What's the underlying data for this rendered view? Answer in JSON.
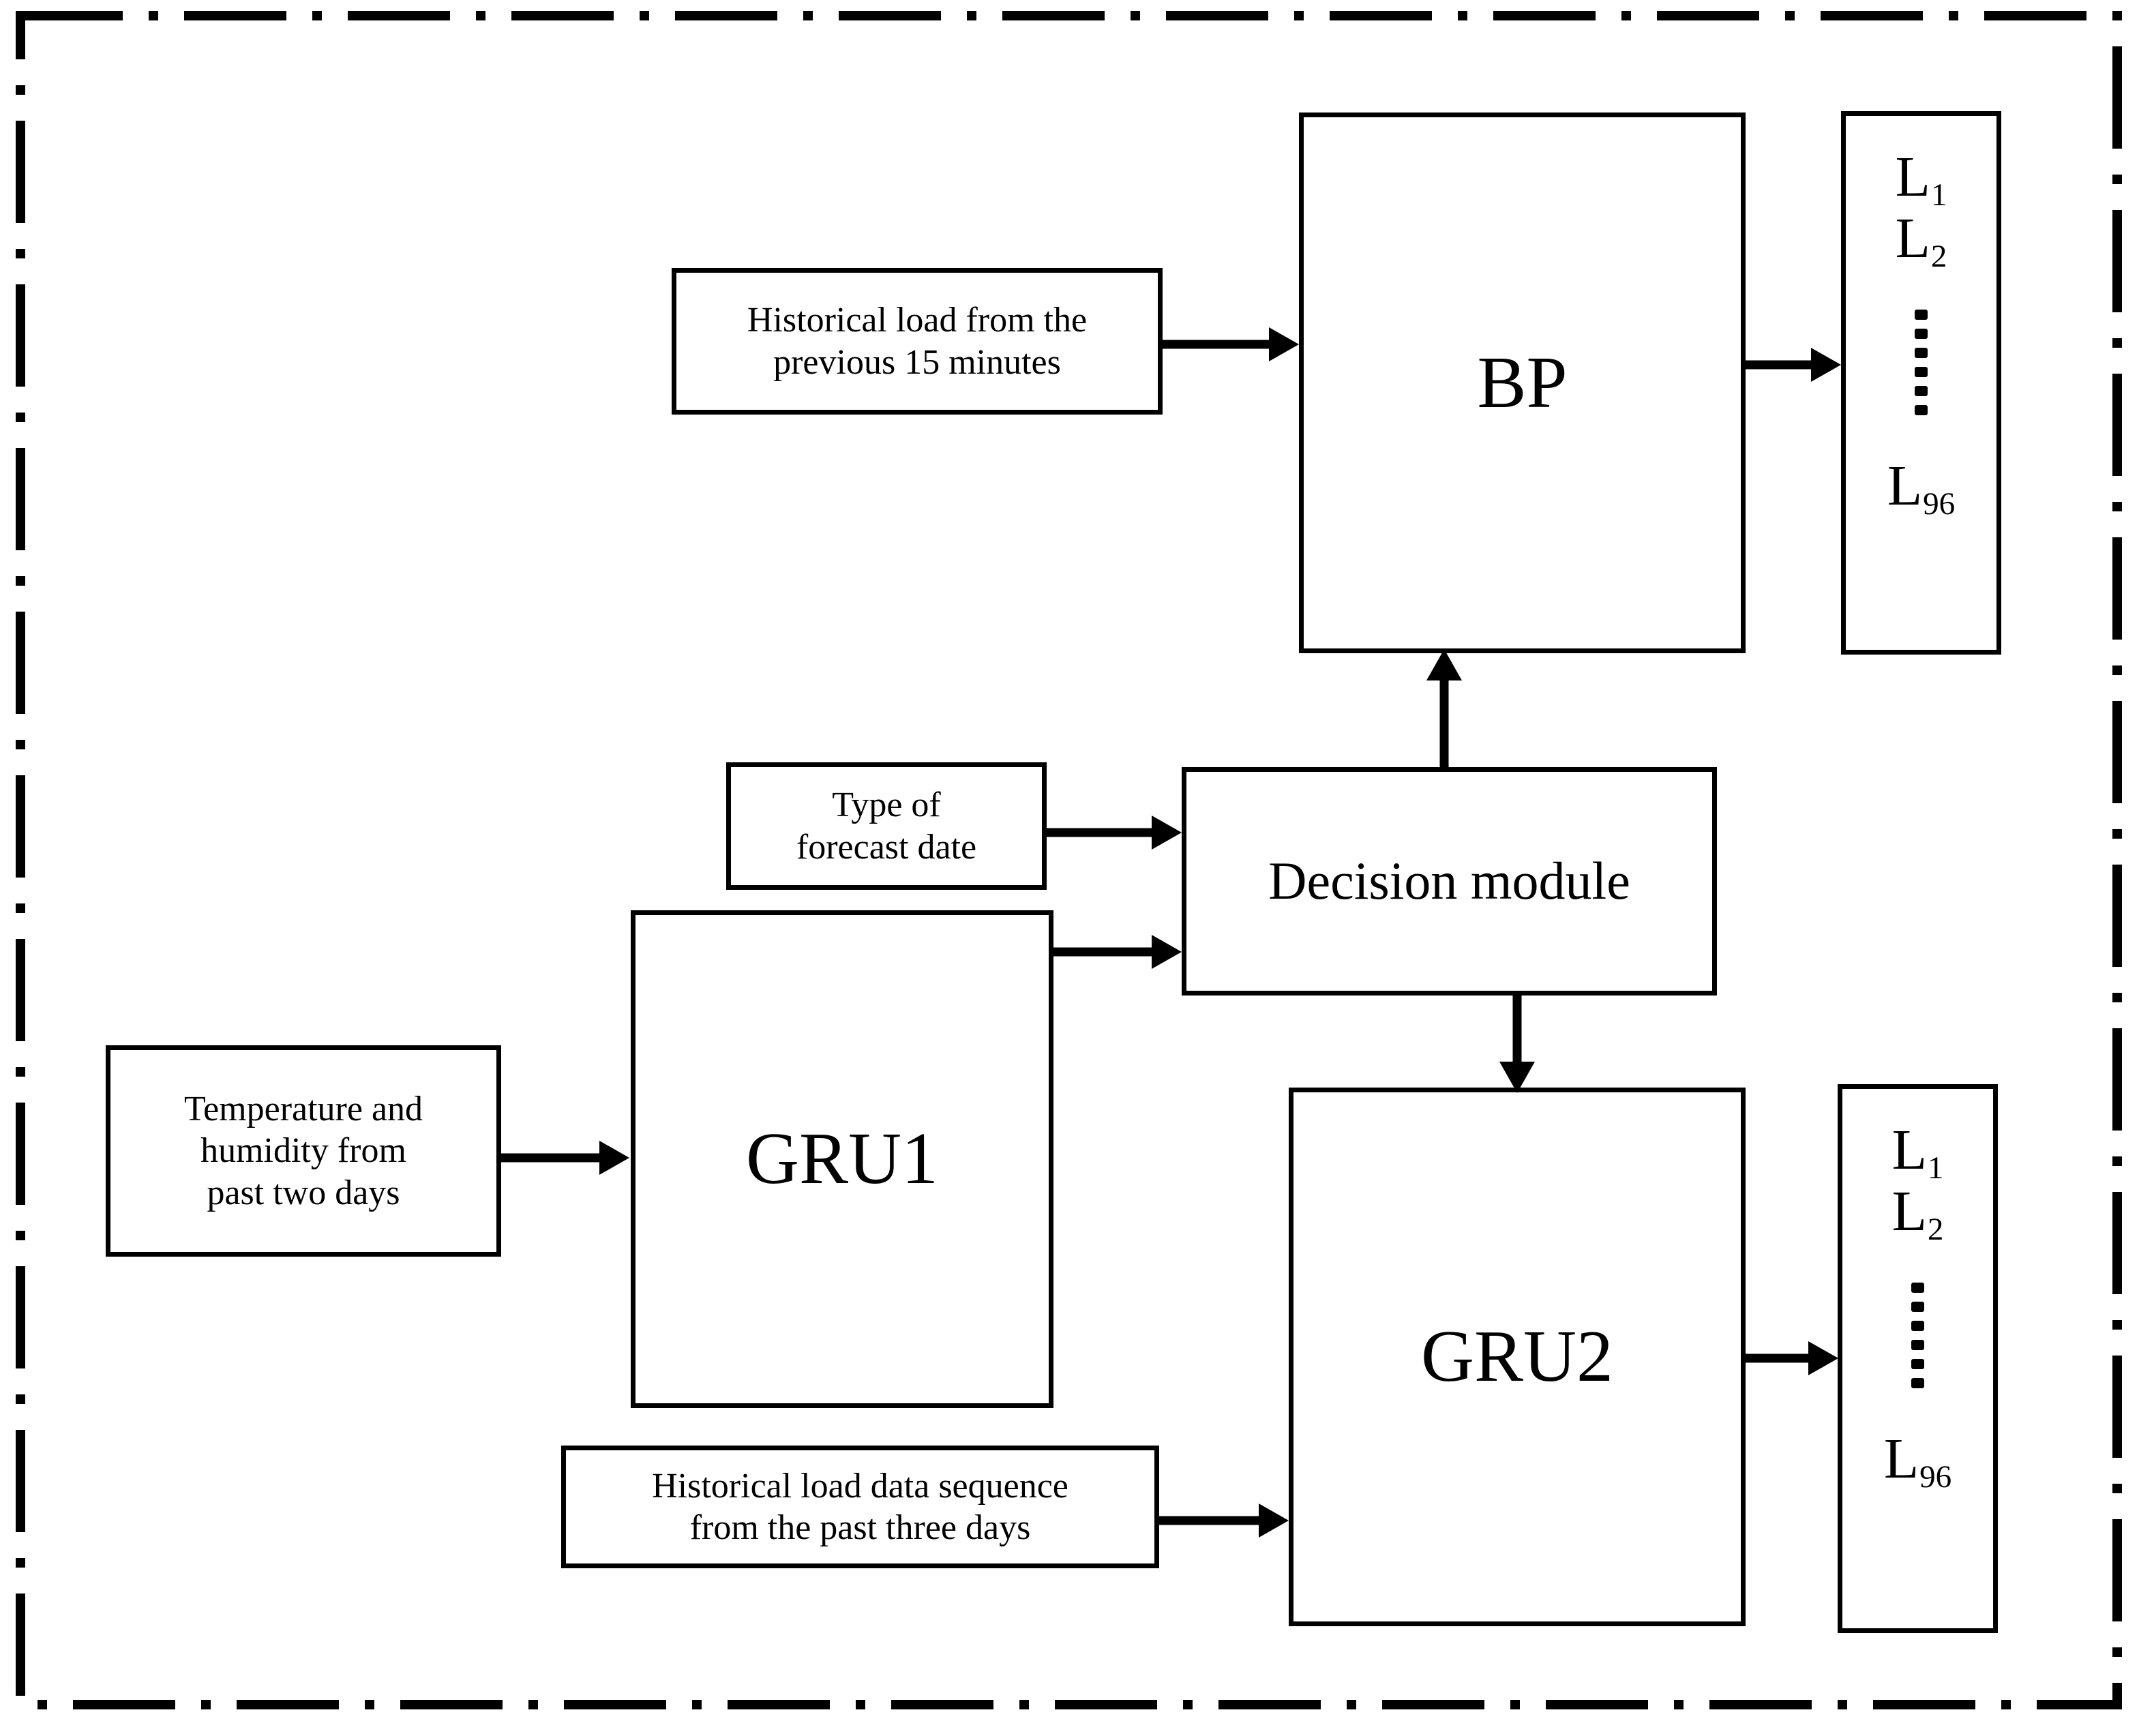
{
  "diagram": {
    "title": "Hybrid BP / GRU short-term load forecasting architecture",
    "frame_style": "dash-dot",
    "stroke_color": "#000000",
    "background_color": "#ffffff",
    "nodes": {
      "hist_load_15min": "Historical load from the\nprevious 15 minutes",
      "hist_load_15min_line1": "Historical load from the",
      "hist_load_15min_line2": "previous 15 minutes",
      "bp": "BP",
      "type_forecast_date_line1": "Type of",
      "type_forecast_date_line2": "forecast date",
      "decision_module": "Decision module",
      "gru1": "GRU1",
      "gru2": "GRU2",
      "temp_humidity_line1": "Temperature and",
      "temp_humidity_line2": "humidity from",
      "temp_humidity_line3": "past two days",
      "hist_load_3days_line1": "Historical load data sequence",
      "hist_load_3days_line2": "from the past three days"
    },
    "outputs": {
      "top": {
        "items": [
          {
            "base": "L",
            "sub": "1"
          },
          {
            "base": "L",
            "sub": "2"
          }
        ],
        "ellipsis_dots": 6,
        "last": {
          "base": "L",
          "sub": "96"
        }
      },
      "bottom": {
        "items": [
          {
            "base": "L",
            "sub": "1"
          },
          {
            "base": "L",
            "sub": "2"
          }
        ],
        "ellipsis_dots": 6,
        "last": {
          "base": "L",
          "sub": "96"
        }
      }
    },
    "edges": [
      {
        "from": "hist_load_15min",
        "to": "bp",
        "direction": "right"
      },
      {
        "from": "bp",
        "to": "output_top",
        "direction": "right"
      },
      {
        "from": "type_forecast_date",
        "to": "decision_module",
        "direction": "right"
      },
      {
        "from": "gru1",
        "to": "decision_module",
        "direction": "right"
      },
      {
        "from": "decision_module",
        "to": "bp",
        "direction": "up"
      },
      {
        "from": "decision_module",
        "to": "gru2",
        "direction": "down"
      },
      {
        "from": "temp_humidity",
        "to": "gru1",
        "direction": "right"
      },
      {
        "from": "hist_load_3days",
        "to": "gru2",
        "direction": "right"
      },
      {
        "from": "gru2",
        "to": "output_bottom",
        "direction": "right"
      }
    ]
  }
}
